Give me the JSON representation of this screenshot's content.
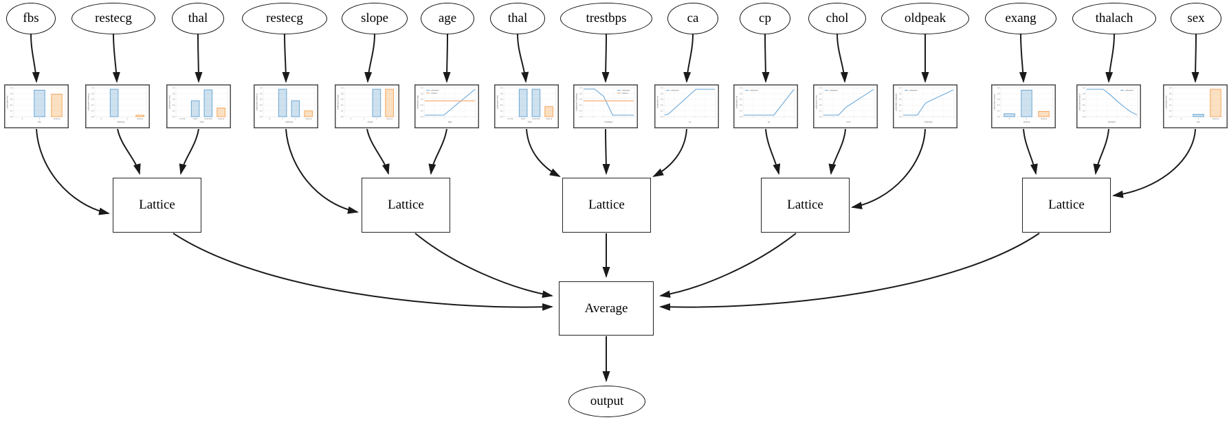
{
  "nodes": {
    "inputs": [
      "fbs",
      "restecg",
      "thal",
      "restecg",
      "slope",
      "age",
      "thal",
      "trestbps",
      "ca",
      "cp",
      "chol",
      "oldpeak",
      "exang",
      "thalach",
      "sex"
    ],
    "lattice_label": "Lattice",
    "average_label": "Average",
    "output_label": "output"
  },
  "colors": {
    "blue_line": "#74aedb",
    "blue_bar_fill": "rgba(31,119,180,0.22)",
    "blue_bar_edge": "#5e9fd0",
    "orange_line": "#f7ad73",
    "orange_bar_fill": "rgba(245,158,66,0.32)",
    "orange_bar_edge": "#f0a050",
    "edge_stroke": "#1a1a1a"
  },
  "chart_axis": {
    "y_ticks": [
      "1.0",
      "0.8",
      "0.6",
      "0.4",
      "0.2",
      "0.0"
    ]
  },
  "chart_data": [
    {
      "feature": "fbs",
      "type": "bar",
      "ylabel": "calibrated fbs",
      "xlabel": "fbs",
      "categories": [
        "0",
        "1",
        "missing"
      ],
      "values": [
        0,
        0.92,
        0.78
      ],
      "bar_colors": [
        "blue",
        "blue",
        "orange"
      ]
    },
    {
      "feature": "restecg",
      "type": "bar",
      "ylabel": "calibrated restecg",
      "xlabel": "restecg",
      "categories": [
        "0",
        "1",
        "2",
        "missing"
      ],
      "values": [
        0,
        0.95,
        0,
        0.05
      ],
      "bar_colors": [
        "blue",
        "blue",
        "blue",
        "orange"
      ]
    },
    {
      "feature": "thal",
      "type": "bar",
      "ylabel": "calibrated thal",
      "xlabel": "thal",
      "categories": [
        "normal",
        "fixed",
        "reversible",
        "missing"
      ],
      "values": [
        0,
        0.55,
        0.93,
        0.3
      ],
      "bar_colors": [
        "blue",
        "blue",
        "blue",
        "orange"
      ]
    },
    {
      "feature": "restecg",
      "type": "bar",
      "ylabel": "calibrated restecg",
      "xlabel": "restecg",
      "categories": [
        "0",
        "1",
        "2",
        "missing"
      ],
      "values": [
        0,
        0.95,
        0.55,
        0.2
      ],
      "bar_colors": [
        "blue",
        "blue",
        "blue",
        "orange"
      ]
    },
    {
      "feature": "slope",
      "type": "bar",
      "ylabel": "calibrated slope",
      "xlabel": "slope",
      "categories": [
        "0",
        "1",
        "2",
        "missing"
      ],
      "values": [
        0,
        0,
        0.95,
        0.95
      ],
      "bar_colors": [
        "blue",
        "blue",
        "blue",
        "orange"
      ]
    },
    {
      "feature": "age",
      "type": "line",
      "ylabel": "calibrated age",
      "xlabel": "age",
      "legend_pos": "tl",
      "series": [
        {
          "name": "calibrated",
          "color": "blue",
          "points": [
            [
              0,
              0.03
            ],
            [
              0.38,
              0.03
            ],
            [
              1,
              0.97
            ]
          ]
        },
        {
          "name": "missing",
          "color": "orange",
          "points": [
            [
              0,
              0.55
            ],
            [
              1,
              0.55
            ]
          ]
        }
      ]
    },
    {
      "feature": "thal",
      "type": "bar",
      "ylabel": "calibrated thal",
      "xlabel": "thal",
      "categories": [
        "normal",
        "fixed",
        "reversible",
        "missing"
      ],
      "values": [
        0,
        0.95,
        0.95,
        0.35
      ],
      "bar_colors": [
        "blue",
        "blue",
        "blue",
        "orange"
      ]
    },
    {
      "feature": "trestbps",
      "type": "line",
      "ylabel": "calibrated trestbps",
      "xlabel": "trestbps",
      "legend_pos": "tr",
      "series": [
        {
          "name": "calibrated",
          "color": "blue",
          "points": [
            [
              0,
              0.98
            ],
            [
              0.22,
              0.98
            ],
            [
              0.4,
              0.72
            ],
            [
              0.58,
              0.03
            ],
            [
              1,
              0.03
            ]
          ]
        },
        {
          "name": "missing",
          "color": "orange",
          "points": [
            [
              0,
              0.55
            ],
            [
              1,
              0.55
            ]
          ]
        }
      ]
    },
    {
      "feature": "ca",
      "type": "line",
      "ylabel": "calibrated ca",
      "xlabel": "ca",
      "legend_pos": "tl",
      "series": [
        {
          "name": "calibrated",
          "color": "blue",
          "points": [
            [
              0,
              0.03
            ],
            [
              0.08,
              0.08
            ],
            [
              0.62,
              0.97
            ],
            [
              1,
              0.97
            ]
          ]
        }
      ]
    },
    {
      "feature": "cp",
      "type": "line",
      "ylabel": "calibrated cp",
      "xlabel": "cp",
      "legend_pos": "tl",
      "series": [
        {
          "name": "calibrated",
          "color": "blue",
          "points": [
            [
              0,
              0.03
            ],
            [
              0.6,
              0.03
            ],
            [
              1,
              0.97
            ]
          ]
        }
      ]
    },
    {
      "feature": "chol",
      "type": "line",
      "ylabel": "calibrated chol",
      "xlabel": "chol",
      "legend_pos": "tl",
      "series": [
        {
          "name": "calibrated",
          "color": "blue",
          "points": [
            [
              0,
              0.03
            ],
            [
              0.3,
              0.03
            ],
            [
              0.45,
              0.32
            ],
            [
              1,
              0.97
            ]
          ]
        }
      ]
    },
    {
      "feature": "oldpeak",
      "type": "line",
      "ylabel": "calibrated oldpeak",
      "xlabel": "oldpeak",
      "legend_pos": "tl",
      "series": [
        {
          "name": "calibrated",
          "color": "blue",
          "points": [
            [
              0,
              0.03
            ],
            [
              0.28,
              0.03
            ],
            [
              0.45,
              0.48
            ],
            [
              1,
              0.95
            ]
          ]
        }
      ]
    },
    {
      "feature": "exang",
      "type": "bar",
      "ylabel": "calibrated exang",
      "xlabel": "exang",
      "categories": [
        "0",
        "1",
        "missing"
      ],
      "values": [
        0.1,
        0.92,
        0.18
      ],
      "bar_colors": [
        "blue",
        "blue",
        "orange"
      ]
    },
    {
      "feature": "thalach",
      "type": "line",
      "ylabel": "calibrated thalach",
      "xlabel": "thalach",
      "legend_pos": "tr",
      "series": [
        {
          "name": "calibrated",
          "color": "blue",
          "points": [
            [
              0,
              0.97
            ],
            [
              0.33,
              0.97
            ],
            [
              0.45,
              0.8
            ],
            [
              0.6,
              0.55
            ],
            [
              0.75,
              0.32
            ],
            [
              0.88,
              0.15
            ],
            [
              1,
              0.04
            ]
          ]
        }
      ]
    },
    {
      "feature": "sex",
      "type": "bar",
      "ylabel": "calibrated sex",
      "xlabel": "sex",
      "categories": [
        "0",
        "1",
        "missing"
      ],
      "values": [
        0,
        0.08,
        0.95
      ],
      "bar_colors": [
        "blue",
        "blue",
        "orange"
      ]
    }
  ]
}
